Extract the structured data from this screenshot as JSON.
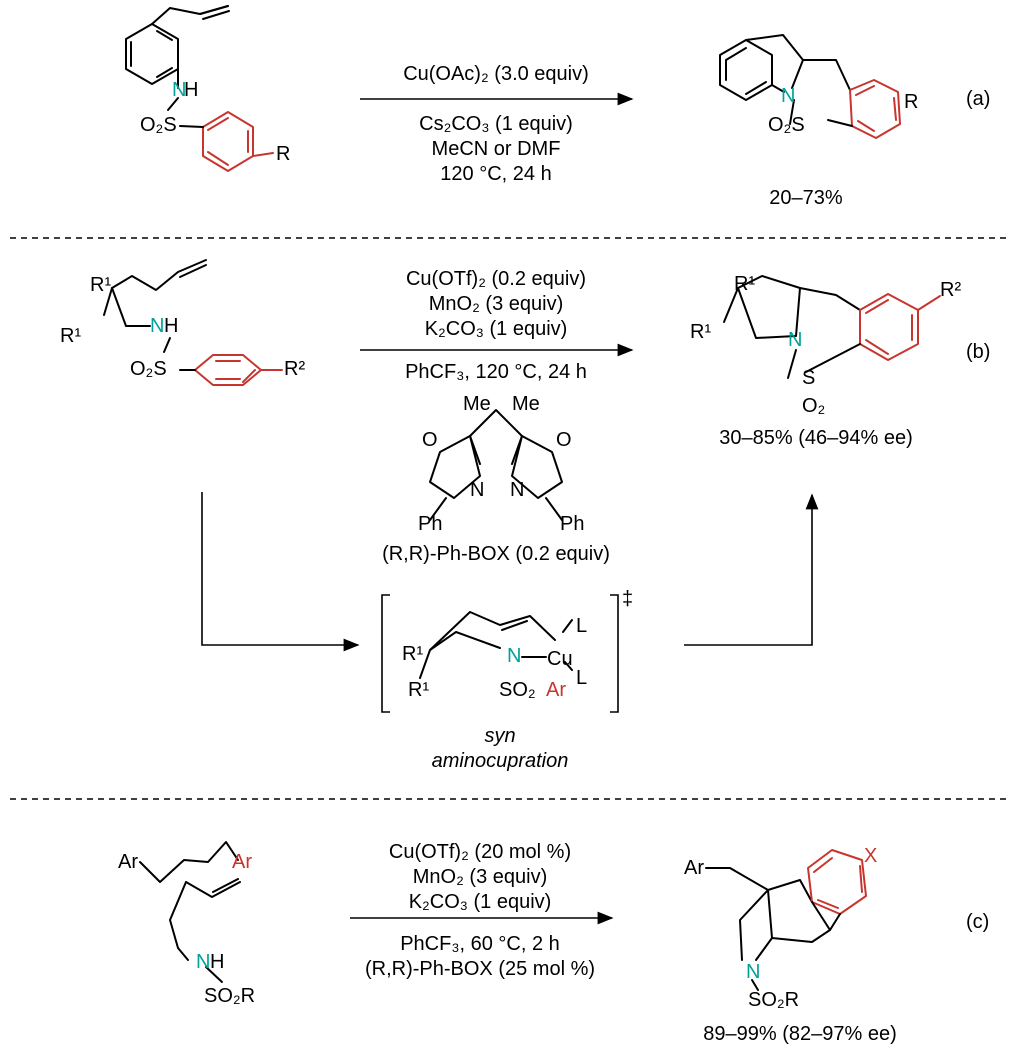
{
  "colors": {
    "nitrogen": "#00a19a",
    "aryl": "#c8352e",
    "ink": "#000000"
  },
  "labels": {
    "N": "N",
    "NH_H": "H",
    "O2S": "O₂S",
    "O2S_dash": "O₂S",
    "S": "S",
    "O2": "O₂",
    "R": "R",
    "R1": "R¹",
    "R2": "R²",
    "Me": "Me",
    "O": "O",
    "Ph": "Ph",
    "Ar": "Ar",
    "X": "X",
    "L": "L",
    "Cu": "Cu",
    "SO2": "SO₂",
    "SO2R": "SO₂R",
    "dagger": "‡"
  },
  "panel_a": {
    "conditions_top": "Cu(OAc)₂ (3.0 equiv)",
    "conditions_bottom": [
      "Cs₂CO₃ (1 equiv)",
      "MeCN or DMF",
      "120 °C, 24 h"
    ],
    "yield": "20–73%",
    "tag": "(a)"
  },
  "panel_b": {
    "conditions_top": [
      "Cu(OTf)₂ (0.2 equiv)",
      "MnO₂ (3 equiv)",
      "K₂CO₃ (1 equiv)"
    ],
    "conditions_bottom": "PhCF₃, 120 °C, 24 h",
    "ligand": "(R,R)-Ph-BOX (0.2 equiv)",
    "yield": "30–85% (46–94% ee)",
    "tag": "(b)",
    "ts_caption": [
      "syn",
      "aminocupration"
    ]
  },
  "panel_c": {
    "conditions_top": [
      "Cu(OTf)₂ (20 mol %)",
      "MnO₂ (3 equiv)",
      "K₂CO₃ (1 equiv)"
    ],
    "conditions_bottom": [
      "PhCF₃, 60 °C, 2 h",
      "(R,R)-Ph-BOX (25 mol %)"
    ],
    "yield": "89–99% (82–97% ee)",
    "tag": "(c)"
  }
}
